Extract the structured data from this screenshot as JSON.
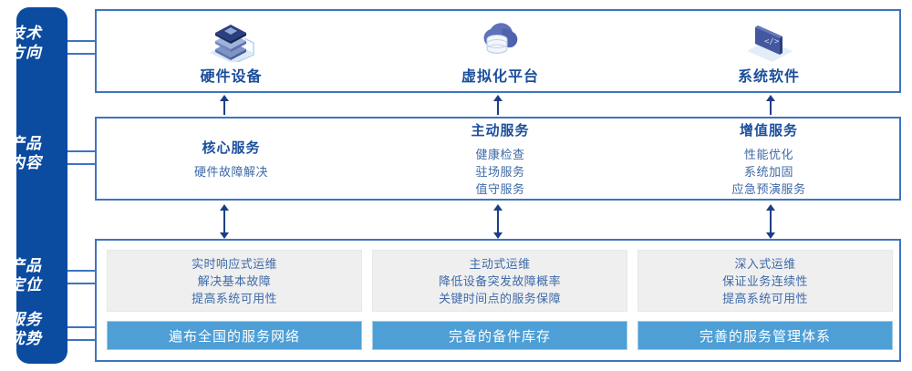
{
  "sidebar": {
    "groups": [
      {
        "name": "tech-direction",
        "line1": "技术",
        "line2": "方向"
      },
      {
        "name": "product-content",
        "line1": "产品",
        "line2": "内容"
      },
      {
        "name": "product-position",
        "line1": "产品",
        "line2": "定位"
      },
      {
        "name": "service-advantage",
        "line1": "服务",
        "line2": "优势"
      }
    ]
  },
  "tech_direction": {
    "items": [
      {
        "icon": "server-stack-icon",
        "label": "硬件设备"
      },
      {
        "icon": "cloud-database-icon",
        "label": "虚拟化平台"
      },
      {
        "icon": "laptop-code-icon",
        "label": "系统软件"
      }
    ]
  },
  "product_content": {
    "columns": [
      {
        "title": "核心服务",
        "items": [
          "硬件故障解决"
        ]
      },
      {
        "title": "主动服务",
        "items": [
          "健康检查",
          "驻场服务",
          "值守服务"
        ]
      },
      {
        "title": "增值服务",
        "items": [
          "性能优化",
          "系统加固",
          "应急预演服务"
        ]
      }
    ]
  },
  "product_position": {
    "columns": [
      {
        "lines": [
          "实时响应式运维",
          "解决基本故障",
          "提高系统可用性"
        ],
        "advantage": "遍布全国的服务网络"
      },
      {
        "lines": [
          "主动式运维",
          "降低设备突发故障概率",
          "关键时间点的服务保障"
        ],
        "advantage": "完备的备件库存"
      },
      {
        "lines": [
          "深入式运维",
          "保证业务连续性",
          "提高系统可用性"
        ],
        "advantage": "完善的服务管理体系"
      }
    ]
  },
  "colors": {
    "sidebar_bg": "#0b4ba0",
    "panel_border": "#3f74bd",
    "title_blue": "#1b4f9c",
    "body_blue": "#3f6aa8",
    "advantage_bar": "#4d9fd6",
    "grey_box": "#efefef",
    "arrow": "#1b3f86"
  }
}
